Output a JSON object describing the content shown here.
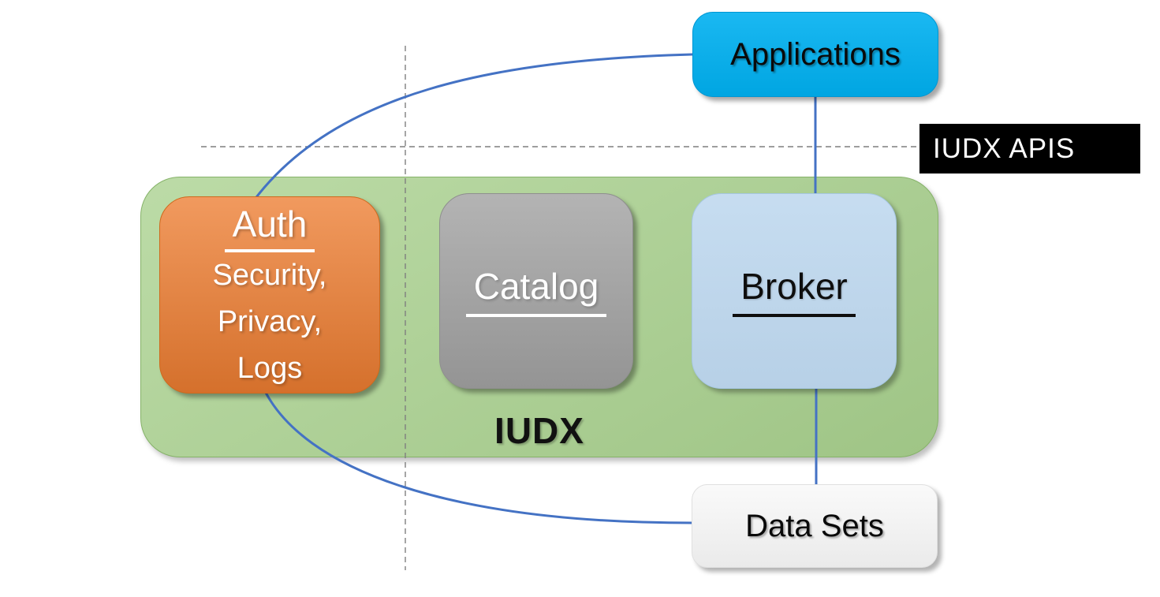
{
  "container": {
    "label": "IUDX",
    "color": "#A9D18E"
  },
  "nodes": {
    "applications": {
      "label": "Applications",
      "color": "#00B0F0"
    },
    "auth": {
      "title": "Auth",
      "lines": [
        "Security,",
        "Privacy,",
        "Logs"
      ],
      "color": "#ED7D31"
    },
    "catalog": {
      "title": "Catalog",
      "color": "#A5A5A5"
    },
    "broker": {
      "title": "Broker",
      "color": "#BDD7EE"
    },
    "datasets": {
      "label": "Data Sets",
      "color": "#F2F2F2"
    }
  },
  "annotations": {
    "apis_label": "IUDX APIS",
    "apis_bg": "#000000",
    "apis_text_color": "#FFFFFF"
  },
  "connectors": {
    "line_color": "#4472C4",
    "divider_color": "#7F7F7F"
  }
}
